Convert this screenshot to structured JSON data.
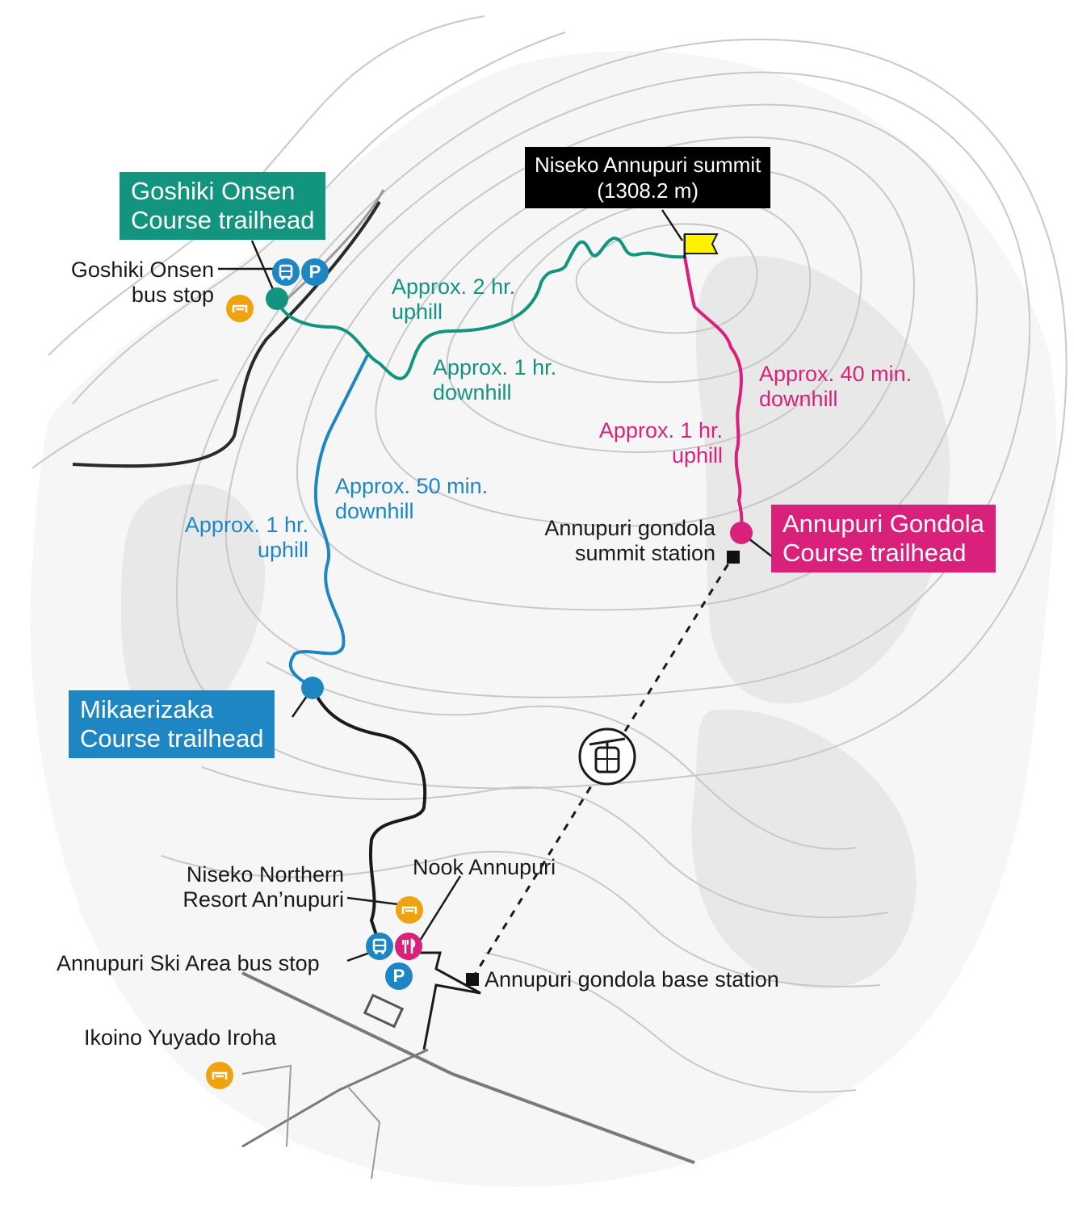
{
  "summit": {
    "name": "Niseko Annupuri summit",
    "elevation": "(1308.2 m)"
  },
  "trailheads": {
    "goshiki": {
      "line1": "Goshiki Onsen",
      "line2": "Course trailhead",
      "color": "#12947f"
    },
    "mikaerizaka": {
      "line1": "Mikaerizaka",
      "line2": "Course trailhead",
      "color": "#1f86c4"
    },
    "gondola": {
      "line1": "Annupuri Gondola",
      "line2": "Course trailhead",
      "color": "#d9207a"
    }
  },
  "times": {
    "goshiki_up": {
      "line1": "Approx. 2 hr.",
      "line2": "uphill"
    },
    "goshiki_down": {
      "line1": "Approx. 1 hr.",
      "line2": "downhill"
    },
    "mikaerizaka_down": {
      "line1": "Approx. 50 min.",
      "line2": "downhill"
    },
    "mikaerizaka_up": {
      "line1": "Approx. 1 hr.",
      "line2": "uphill"
    },
    "gondola_down": {
      "line1": "Approx. 40 min.",
      "line2": "downhill"
    },
    "gondola_up": {
      "line1": "Approx. 1 hr.",
      "line2": "uphill"
    }
  },
  "places": {
    "goshiki_bus": {
      "line1": "Goshiki Onsen",
      "line2": "bus stop"
    },
    "gondola_summit": {
      "line1": "Annupuri gondola",
      "line2": "summit station"
    },
    "gondola_base": "Annupuri gondola base station",
    "nook": "Nook Annupuri",
    "northern_resort": {
      "line1": "Niseko Northern",
      "line2": "Resort An’nupuri"
    },
    "ski_bus": "Annupuri Ski Area bus stop",
    "ikoino": "Ikoino Yuyado Iroha"
  },
  "icons": {
    "parking": "P",
    "bus": "bus-icon",
    "lodge": "lodging-icon",
    "food": "restaurant-icon",
    "gondola": "gondola-icon",
    "flag": "summit-flag-icon"
  },
  "colors": {
    "goshiki_route": "#12947f",
    "mikaerizaka_route": "#1f86c4",
    "gondola_route": "#d9207a",
    "road": "#1a1a1a",
    "lodge": "#f0a311",
    "flag": "#fff200",
    "contour": "#c8c8c8",
    "terrain_shade": "#ececec"
  }
}
